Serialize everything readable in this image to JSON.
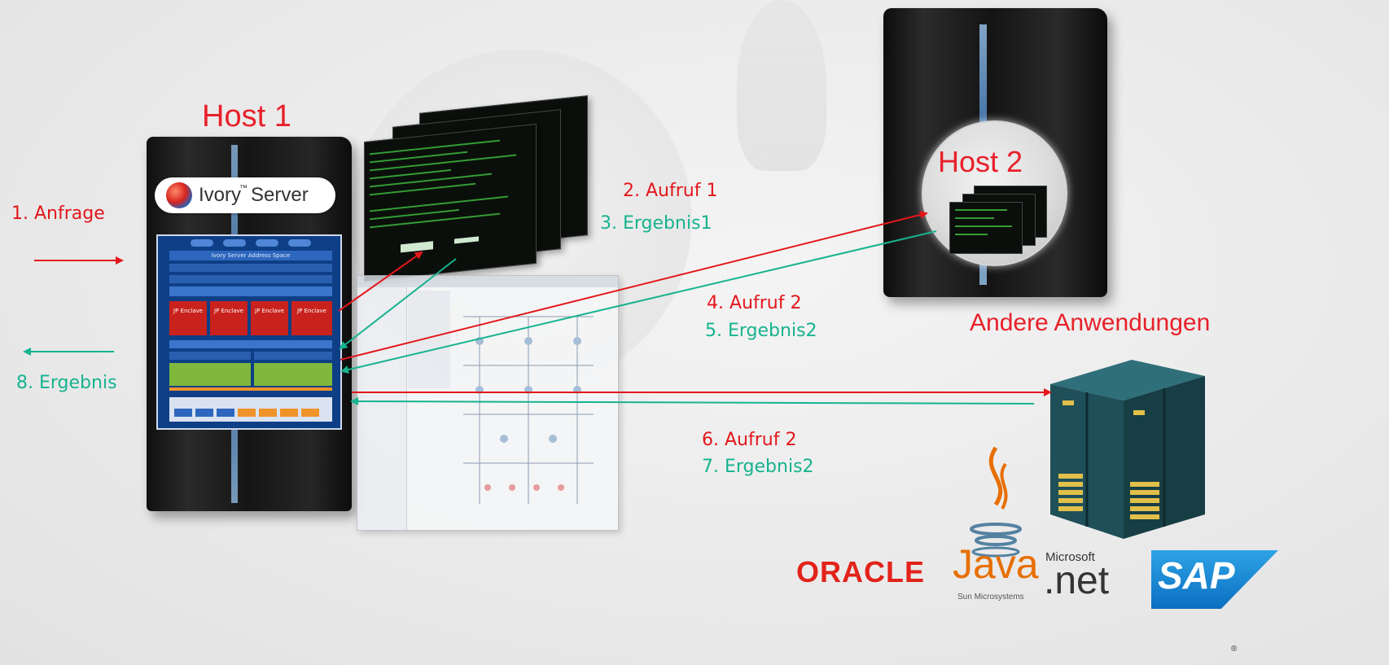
{
  "hosts": {
    "host1_title": "Host 1",
    "host2_title": "Host 2",
    "other_apps_title": "Andere Anwendungen"
  },
  "ivory_logo": {
    "brand": "Ivory",
    "tm": "™",
    "suffix": "Server"
  },
  "server_panel": {
    "header": "Ivory Server Address Space",
    "enclaves": [
      "JP Enclave",
      "JP Enclave",
      "JP Enclave",
      "JP Enclave"
    ]
  },
  "labels": {
    "step1": "1. Anfrage",
    "step2": "2. Aufruf 1",
    "step3": "3. Ergebnis1",
    "step4": "4. Aufruf 2",
    "step5": "5. Ergebnis2",
    "step6": "6. Aufruf 2",
    "step7": "7. Ergebnis2",
    "step8": "8. Ergebnis"
  },
  "logos": {
    "oracle": "ORACLE",
    "java": "Java",
    "sun": "Sun Microsystems",
    "microsoft": "Microsoft",
    "net": ".net",
    "sap": "SAP",
    "registered": "®"
  },
  "colors": {
    "request": "#e3161b",
    "response": "#16b38f",
    "title": "#e8202a"
  }
}
